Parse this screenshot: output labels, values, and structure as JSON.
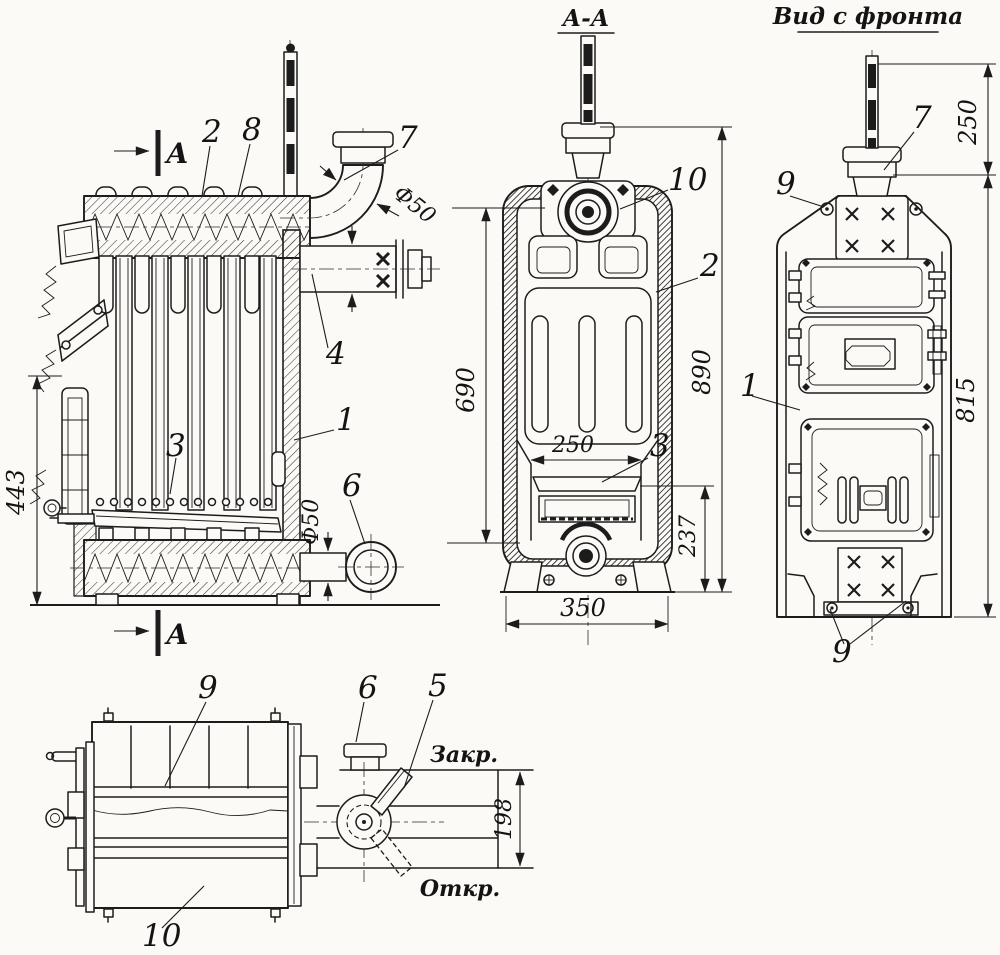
{
  "palette": {
    "paper": "#fbfaf6",
    "ink": "#1c1c1c"
  },
  "views": {
    "side": {
      "cut_letter_top": "А",
      "cut_letter_bottom": "А",
      "callouts": {
        "c2": "2",
        "c8": "8",
        "c7": "7",
        "c4": "4",
        "c1": "1",
        "c3": "3",
        "c6": "6"
      },
      "dims": {
        "elbow_dia": "Ф50",
        "outlet_dia": "Ф50",
        "height": "443"
      }
    },
    "section_aa": {
      "title": "А-А",
      "callouts": {
        "c10": "10",
        "c2": "2",
        "c3": "3"
      },
      "dims": {
        "inner_height": "690",
        "overall_height": "890",
        "inner_width": "250",
        "firebox_height": "237",
        "overall_width": "350"
      }
    },
    "front": {
      "title": "Вид с фронта",
      "callouts": {
        "c7": "7",
        "c9_top": "9",
        "c1": "1",
        "c9_bottom": "9"
      },
      "dims": {
        "pipe_height": "250",
        "body_height": "815"
      }
    },
    "plan": {
      "callouts": {
        "c9": "9",
        "c10": "10",
        "c6": "6",
        "c5": "5"
      },
      "labels": {
        "closed": "Закр.",
        "open": "Откр."
      },
      "dims": {
        "valve_travel": "198"
      }
    }
  }
}
